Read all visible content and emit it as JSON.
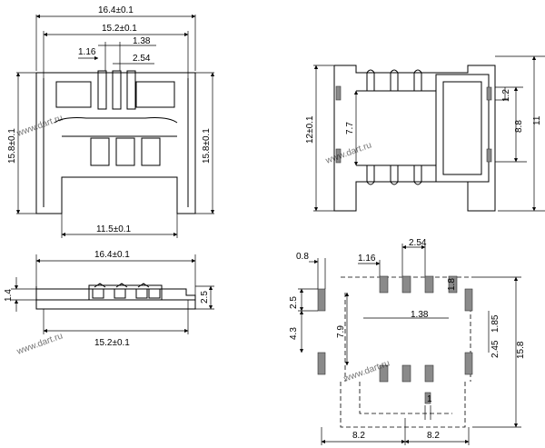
{
  "watermark": {
    "text": "www.dart.ru",
    "color": "#6a6a6a"
  },
  "top_view": {
    "width_outer": "16.4±0.1",
    "width_inner": "15.2±0.1",
    "pin_offset": "1.16",
    "pin_width": "1.38",
    "pin_pitch": "2.54",
    "height_left": "15.8±0.1",
    "height_right": "15.8±0.1",
    "bottom_width": "11.5±0.1"
  },
  "side_view": {
    "height_overall": "12±0.1",
    "inner": "7.7",
    "dim_1_2": "1.2",
    "dim_8_8": "8.8",
    "dim_11": "11"
  },
  "front_view": {
    "width_outer": "16.4±0.1",
    "width_inner": "15.2±0.1",
    "thickness": "1.4",
    "height": "2.5"
  },
  "footprint": {
    "dim_0_8": "0.8",
    "dim_1_16": "1.16",
    "dim_2_54": "2.54",
    "dim_1_8": "1.8",
    "dim_2_5": "2.5",
    "dim_1_38": "1.38",
    "dim_1_85": "1.85",
    "dim_4_3": "4.3",
    "dim_7_9": "7.9",
    "dim_2_45": "2.45",
    "dim_15_8": "15.8",
    "dim_1": "1",
    "dim_8_2_left": "8.2",
    "dim_8_2_right": "8.2"
  }
}
